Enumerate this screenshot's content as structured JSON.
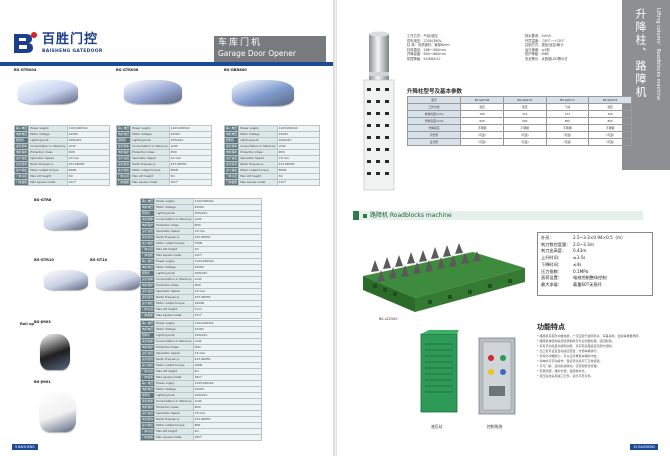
{
  "brand": {
    "name_cn": "百胜门控",
    "name_en": "BAISHENG GATEDOOR"
  },
  "left_title": {
    "cn": "车库门机",
    "en": "Garage Door Opener"
  },
  "left_page_number": "9",
  "right_page_number": "10",
  "page_footer_brand": "BAISHENG",
  "spec_labels_cn": [
    "输入电压",
    "电机电压",
    "照明灯",
    "遥控频率",
    "电机保护",
    "运行速度",
    "遥控距离",
    "最大输出",
    "门体高度",
    "门体面积"
  ],
  "spec_labels_en": [
    "Power supply",
    "Motor Voltage",
    "Lighting bulb",
    "Consumption in Stand-by",
    "Protection Class",
    "Operation Speed",
    "Radio Frequency",
    "Motor output torque",
    "Max Lift height",
    "Max square meter"
  ],
  "products": [
    {
      "label": "BS-GTR004",
      "values": [
        "110V/220VAC",
        "24VDC",
        "10W/24V",
        "≤1W",
        "IP20",
        "12cm/s",
        "433.92MHz",
        "600N",
        "3m",
        "10m²"
      ]
    },
    {
      "label": "BS-GTR008",
      "values": [
        "110V/220VAC",
        "24VDC",
        "10W/24V",
        "≤1W",
        "IP20",
        "12cm/s",
        "433.92MHz",
        "800N",
        "3m",
        "10m²"
      ]
    },
    {
      "label": "BS-GBR800",
      "values": [
        "110V/220VAC",
        "24VDC",
        "10W/24V",
        "≤1W",
        "IP20",
        "13cm/s",
        "433.92MHz",
        "800N",
        "3m",
        "12m²"
      ]
    },
    {
      "label": "BS-GTR8",
      "values": [
        "110V/220VAC",
        "24VDC",
        "10W/24V",
        "≤1W",
        "IP20",
        "13cm/s",
        "433.92MHz",
        "750N",
        "3m",
        "12m²"
      ]
    },
    {
      "label": "BS-GTR10",
      "values": [
        "110V/220VAC",
        "24VDC",
        "10W/24V",
        "≤1W",
        "IP20",
        "13cm/s",
        "433.92MHz",
        "1000N",
        "3.5m",
        "15m²"
      ]
    },
    {
      "label": "BS-GT10",
      "values": [
        "110V/220VAC",
        "24VDC",
        "10W/24V",
        "≤1W",
        "IP20",
        "13cm/s",
        "433.92MHz",
        "1000N",
        "3.5m",
        "15m²"
      ]
    },
    {
      "label": "BS-JM03",
      "values": [
        "110V/220VAC",
        "24VDC",
        "10W/24V",
        "≤1W",
        "IP20",
        "13cm/s",
        "433.92MHz",
        "100N",
        "4m",
        "18m²"
      ]
    },
    {
      "label": "BS-JM01",
      "values": [
        "110V/220VAC",
        "24VDC",
        "10W/24V",
        "≤1W",
        "IP20",
        "13cm/s",
        "433.92MHz",
        "80N",
        "4m",
        "18m²"
      ]
    }
  ],
  "roll_up_label": "Roll up",
  "right_header": {
    "cn": "升降柱、路障机",
    "en": "Lifting column、Roadblocks machine"
  },
  "intro_lines": [
    "工作方式：气动/液压",
    "供电电压：220V/380V",
    "柱     体：优质钢材，管厚6mm",
    "柱体直径：168～300mm",
    "升降高度：600～800mm",
    "防撞等级：K4/K8/K12",
    "排水要求：5m³/h",
    "环境温度：-30℃～+70℃",
    "控制方式：按钮/遥控/刷卡",
    "运行速度：≤4秒",
    "防护等级：IP68",
    "安全警示：太阳能LED警示灯"
  ],
  "table_title": "升降柱型号及基本参数",
  "model_table": {
    "header": [
      "型号",
      "BS-SJZ168",
      "BS-SJZ219",
      "BS-SJZ273",
      "BS-SJZ325"
    ],
    "rows": [
      [
        "工作方式",
        "液压",
        "液压",
        "气动",
        "液压"
      ],
      [
        "柱体直径(mm)",
        "168",
        "219",
        "273",
        "325"
      ],
      [
        "升降高度(mm)",
        "600",
        "600",
        "800",
        "800"
      ],
      [
        "升降机芯",
        "不锈钢",
        "不锈钢",
        "不锈钢",
        "不锈钢"
      ],
      [
        "闪光带",
        "(可选)",
        "(可选)",
        "(可选)",
        "(可选)"
      ],
      [
        "反光带",
        "(可选)",
        "(可选)",
        "(可选)",
        "(可选)"
      ]
    ]
  },
  "roadblock_title": "路障机 Roadblocks machine",
  "roadblock_specs": [
    {
      "k": "外形",
      "v": "2.5~3.3×0.94×0.5（m）"
    },
    {
      "k": "刺刀数控度量",
      "v": "2.0~3.3m"
    },
    {
      "k": "刺刀出高度",
      "v": "0.43m"
    },
    {
      "k": "上升时间",
      "v": "≤3.5s"
    },
    {
      "k": "下降时间",
      "v": "≤4s"
    },
    {
      "k": "压力指数",
      "v": "0.1MPa"
    },
    {
      "k": "直荷设置",
      "v": "电液控制整体控制"
    },
    {
      "k": "最大承载",
      "v": "载重60T无损坏"
    }
  ],
  "roadblock_model": "BS-LZ2500",
  "features_title": "功能特点",
  "features": [
    "* 路障机具有防冲撞性能，广泛应用于政府机关、军事基地、监狱等重要场所。",
    "* 路障机体结构采用优质钢材及专业喷塑处理，坚固耐用。",
    "* 具有手动和自动控制功能，可实现远程遥控及刷卡控制。",
    "* 出口处可设置自动感应装置，方便车辆通行。",
    "* 具有防冲撞能力，可以应对重型车辆的冲击。",
    "* 停电时可手动操作，保证紧急情况下正常使用。",
    "* 可与门禁、道闸系统联动，实现智能化管理。",
    "* 安装简便，维护方便，使用寿命长。",
    "* 液压系统采用进口元件，运行平稳可靠。"
  ],
  "caption_pump": "液压站",
  "caption_ctrl": "控制系统"
}
